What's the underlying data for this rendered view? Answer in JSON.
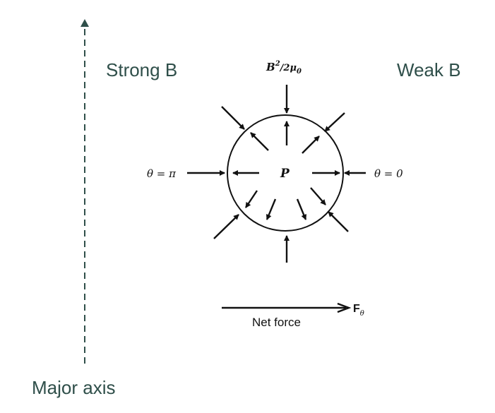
{
  "labels": {
    "strong_b": "Strong B",
    "weak_b": "Weak B",
    "major_axis": "Major axis",
    "pressure_top_base": "B",
    "pressure_top_sup": "2",
    "pressure_top_rest": "/2μ",
    "pressure_top_sub": "0",
    "theta_left": "θ = π",
    "theta_right": "θ = 0",
    "center": "P",
    "net_force": "Net force",
    "force_symbol": "F",
    "force_sub": "θ"
  },
  "colors": {
    "axis": "#2f4f4a",
    "ink": "#111111"
  }
}
